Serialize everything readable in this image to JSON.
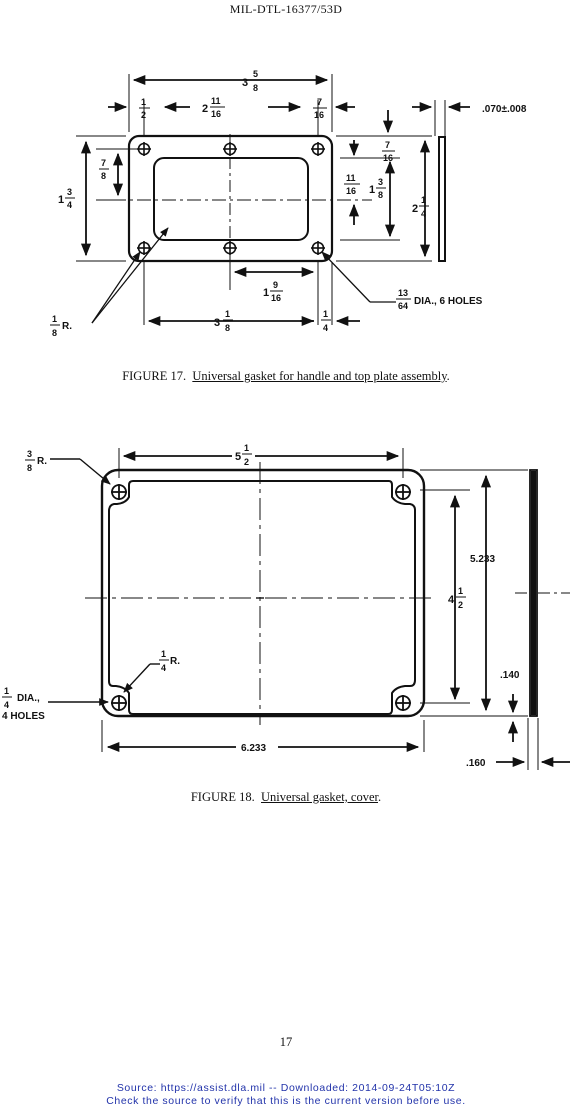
{
  "header": {
    "doc_id": "MIL-DTL-16377/53D"
  },
  "figure17": {
    "caption_prefix": "FIGURE 17.",
    "caption_title": "Universal gasket for handle and top plate assembly",
    "caption_end": ".",
    "dims": {
      "overall_whole": "3",
      "overall_num": "5",
      "overall_den": "8",
      "left_edge_num": "1",
      "left_edge_den": "2",
      "center_whole": "2",
      "center_num": "11",
      "center_den": "16",
      "right_edge_num": "7",
      "right_edge_den": "16",
      "thickness": ".070±.008",
      "left_inner_num": "7",
      "left_inner_den": "8",
      "left_outer_whole": "1",
      "left_outer_num": "3",
      "left_outer_den": "4",
      "right_top_num": "7",
      "right_top_den": "16",
      "right_mid_num": "11",
      "right_mid_den": "16",
      "right_inner_whole": "1",
      "right_inner_num": "3",
      "right_inner_den": "8",
      "right_outer_whole": "2",
      "right_outer_num": "1",
      "right_outer_den": "4",
      "hole_spacing_whole": "1",
      "hole_spacing_num": "9",
      "hole_spacing_den": "16",
      "hole_dia_num": "13",
      "hole_dia_den": "64",
      "hole_dia_label": "DIA., 6 HOLES",
      "radius_num": "1",
      "radius_den": "8",
      "radius_label": "R.",
      "bottom_whole": "3",
      "bottom_num": "1",
      "bottom_den": "8",
      "bottom_edge_num": "1",
      "bottom_edge_den": "4"
    }
  },
  "figure18": {
    "caption_prefix": "FIGURE 18.",
    "caption_title": "Universal gasket, cover",
    "caption_end": ".",
    "dims": {
      "radius_num": "3",
      "radius_den": "8",
      "radius_label": "R.",
      "top_whole": "5",
      "top_num": "1",
      "top_den": "2",
      "height_outer": "5.233",
      "height_inner_whole": "4",
      "height_inner_num": "1",
      "height_inner_den": "2",
      "inner_radius_num": "1",
      "inner_radius_den": "4",
      "inner_radius_label": "R.",
      "hole_dia_num": "1",
      "hole_dia_den": "4",
      "hole_dia_label": "DIA.,",
      "hole_count": "4 HOLES",
      "edge_offset": ".140",
      "bottom_width": "6.233",
      "thickness": ".160"
    }
  },
  "footer": {
    "page_number": "17",
    "source_line1": "Source: https://assist.dla.mil -- Downloaded: 2014-09-24T05:10Z",
    "source_line2": "Check the source to verify that this is the current version before use."
  },
  "colors": {
    "ink": "#111111",
    "source_link": "#2233aa"
  }
}
